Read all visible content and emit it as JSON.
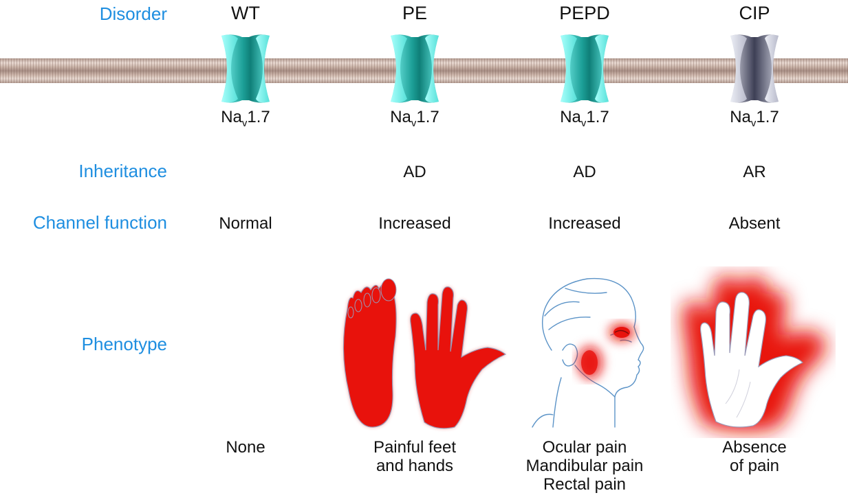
{
  "row_labels": {
    "disorder": "Disorder",
    "inheritance": "Inheritance",
    "channel_function": "Channel function",
    "phenotype": "Phenotype"
  },
  "channel": {
    "name": "Na",
    "subscript": "v",
    "suffix": "1.7"
  },
  "columns": [
    {
      "disorder": "WT",
      "inheritance": "",
      "function": "Normal",
      "phenotype_lines": [
        "None"
      ],
      "channel_color": "cyan"
    },
    {
      "disorder": "PE",
      "inheritance": "AD",
      "function": "Increased",
      "phenotype_lines": [
        "Painful feet",
        "and hands"
      ],
      "channel_color": "cyan"
    },
    {
      "disorder": "PEPD",
      "inheritance": "AD",
      "function": "Increased",
      "phenotype_lines": [
        "Ocular pain",
        "Mandibular pain",
        "Rectal pain"
      ],
      "channel_color": "cyan"
    },
    {
      "disorder": "CIP",
      "inheritance": "AR",
      "function": "Absent",
      "phenotype_lines": [
        "Absence",
        "of pain"
      ],
      "channel_color": "gray"
    }
  ],
  "colors": {
    "label_blue": "#1e8ee0",
    "pain_red": "#e8120c",
    "channel_cyan": "#3fd6cf",
    "channel_gray": "#8f92a8"
  }
}
